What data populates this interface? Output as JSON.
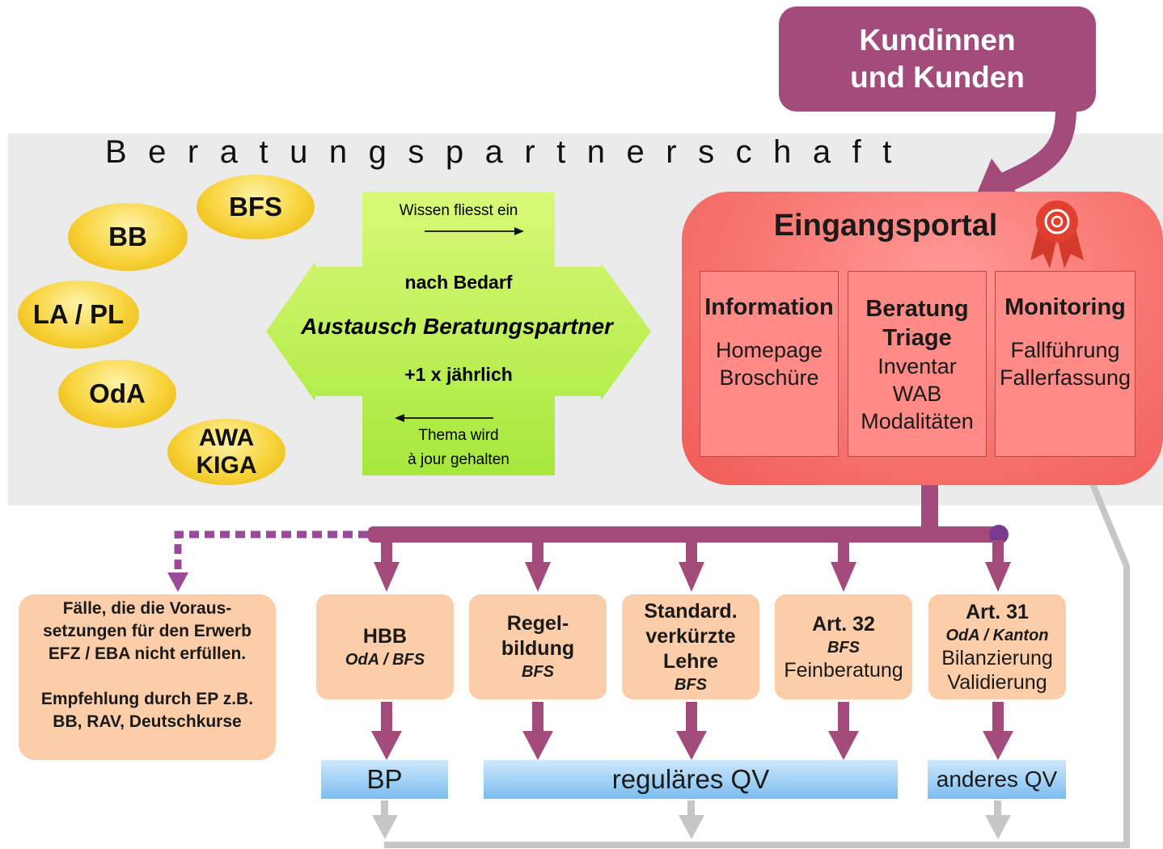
{
  "band_title": "Beratungspartnerschaft",
  "customer": {
    "line1": "Kundinnen",
    "line2": "und Kunden"
  },
  "partners": [
    {
      "line1": "BFS",
      "line2": ""
    },
    {
      "line1": "BB",
      "line2": ""
    },
    {
      "line1": "LA / PL",
      "line2": ""
    },
    {
      "line1": "OdA",
      "line2": ""
    },
    {
      "line1": "AWA",
      "line2": "KIGA"
    }
  ],
  "exchange": {
    "top_note": "Wissen fliesst ein",
    "line1": "nach Bedarf",
    "main": "Austausch Beratungspartner",
    "line2": "+1 x jährlich",
    "bottom_note1": "Thema wird",
    "bottom_note2": "à jour gehalten"
  },
  "portal": {
    "title": "Eingangsportal",
    "columns": [
      {
        "head1": "Information",
        "head2": "",
        "items": [
          "Homepage",
          "Broschüre"
        ]
      },
      {
        "head1": "Beratung",
        "head2": "Triage",
        "items": [
          "Inventar",
          "WAB",
          "Modalitäten"
        ]
      },
      {
        "head1": "Monitoring",
        "head2": "",
        "items": [
          "Fallführung",
          "Fallerfassung"
        ]
      }
    ]
  },
  "left_box": {
    "l1": "Fälle, die die Voraus-",
    "l2": "setzungen für den Erwerb",
    "l3": "EFZ / EBA nicht erfüllen.",
    "l4": "Empfehlung durch EP z.B.",
    "l5": "BB, RAV, Deutschkurse"
  },
  "paths": [
    {
      "b1": "HBB",
      "b2": "",
      "b3": "",
      "i1": "OdA / BFS",
      "n1": "",
      "n2": ""
    },
    {
      "b1": "Regel-",
      "b2": "bildung",
      "b3": "",
      "i1": "BFS",
      "n1": "",
      "n2": ""
    },
    {
      "b1": "Standard.",
      "b2": "verkürzte",
      "b3": "Lehre",
      "i1": "BFS",
      "n1": "",
      "n2": ""
    },
    {
      "b1": "Art. 32",
      "b2": "",
      "b3": "",
      "i1": "BFS",
      "n1": "Feinberatung",
      "n2": ""
    },
    {
      "b1": "Art. 31",
      "b2": "",
      "b3": "",
      "i1": "OdA / Kanton",
      "n1": "Bilanzierung",
      "n2": "Validierung"
    }
  ],
  "outcomes": [
    "BP",
    "reguläres QV",
    "anderes QV"
  ],
  "colors": {
    "plum": "#a34c7b",
    "portal": "#f77570",
    "box": "#fbcda8",
    "gold": "#f8d33a",
    "green": "#b6ef52",
    "gray_arrow": "#c6c6c6"
  }
}
